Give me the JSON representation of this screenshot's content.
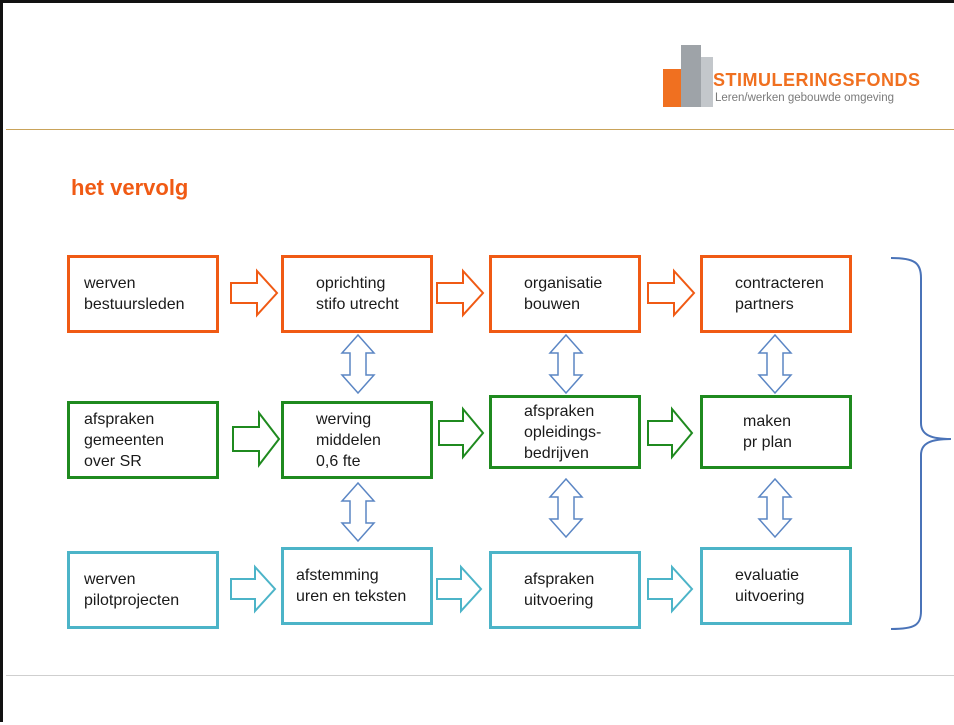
{
  "header": {
    "logo_name": "STIMULERINGSFONDS",
    "logo_tagline": "Leren/werken gebouwde omgeving"
  },
  "title": "het vervolg",
  "colors": {
    "row1": "#f05a14",
    "row2": "#1f8a1f",
    "row3": "#4cb4c8",
    "brace": "#4a73b8",
    "connector": "#5b86c4"
  },
  "rows": [
    {
      "color_name": "orange",
      "boxes": [
        [
          "werven",
          "bestuursleden"
        ],
        [
          "oprichting",
          "stifo utrecht"
        ],
        [
          "organisatie",
          "bouwen"
        ],
        [
          "contracteren",
          "partners"
        ]
      ]
    },
    {
      "color_name": "green",
      "boxes": [
        [
          "afspraken",
          "gemeenten",
          "over SR"
        ],
        [
          "werving",
          "middelen",
          "0,6 fte"
        ],
        [
          "afspraken",
          "opleidings-",
          "bedrijven"
        ],
        [
          "maken",
          "pr plan"
        ]
      ]
    },
    {
      "color_name": "blue",
      "boxes": [
        [
          "werven",
          "pilotprojecten"
        ],
        [
          "afstemming",
          "uren en teksten"
        ],
        [
          "afspraken",
          "uitvoering"
        ],
        [
          "evaluatie",
          "uitvoering"
        ]
      ]
    }
  ]
}
